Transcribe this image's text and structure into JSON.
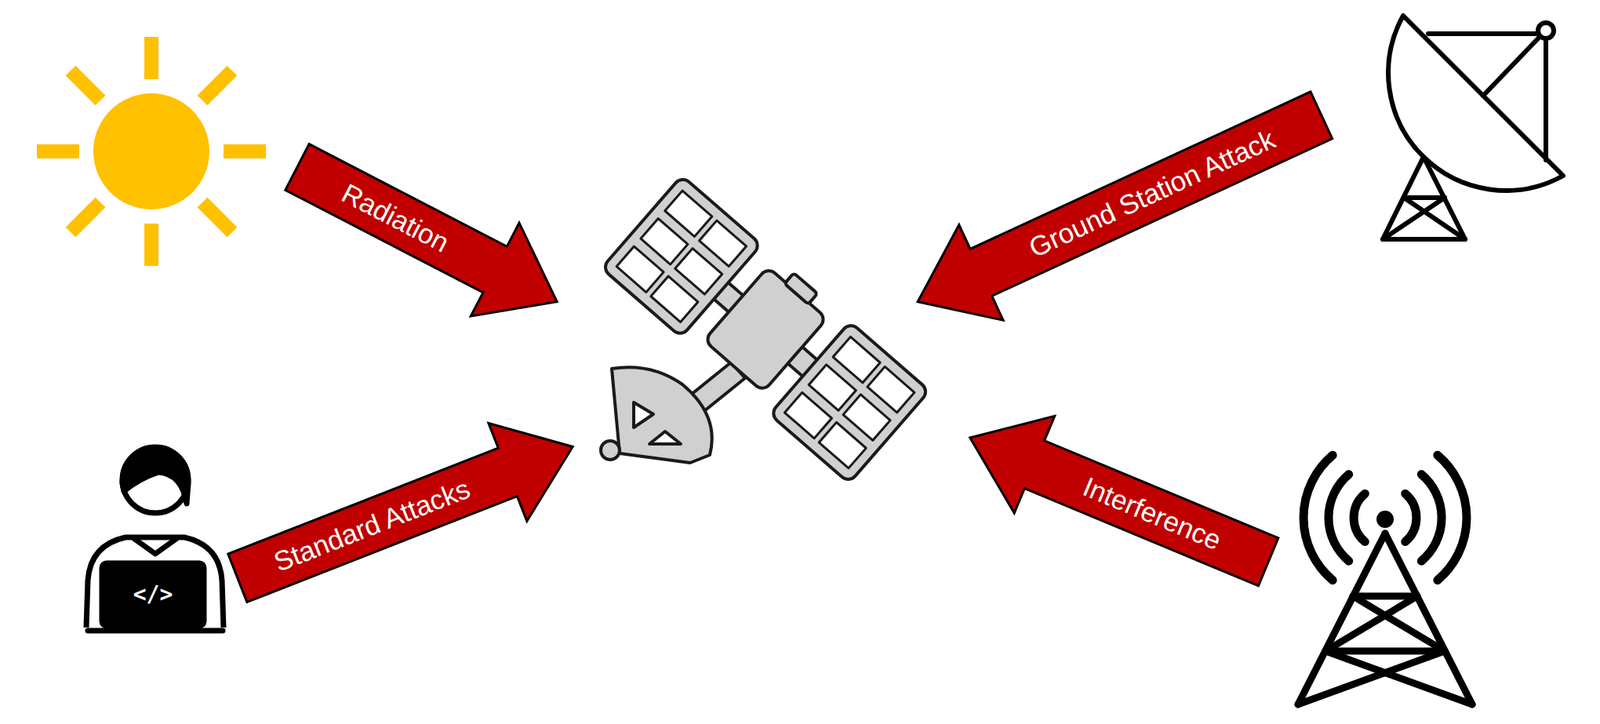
{
  "diagram": {
    "nodes": [
      {
        "text": [
          "Radiation"
        ]
      },
      {
        "text": [
          "Ground Station Attack"
        ]
      },
      {
        "text": [
          "Standard Attacks"
        ]
      },
      {
        "text": [
          "Interference"
        ]
      }
    ],
    "labels": [
      "</>"
    ]
  }
}
